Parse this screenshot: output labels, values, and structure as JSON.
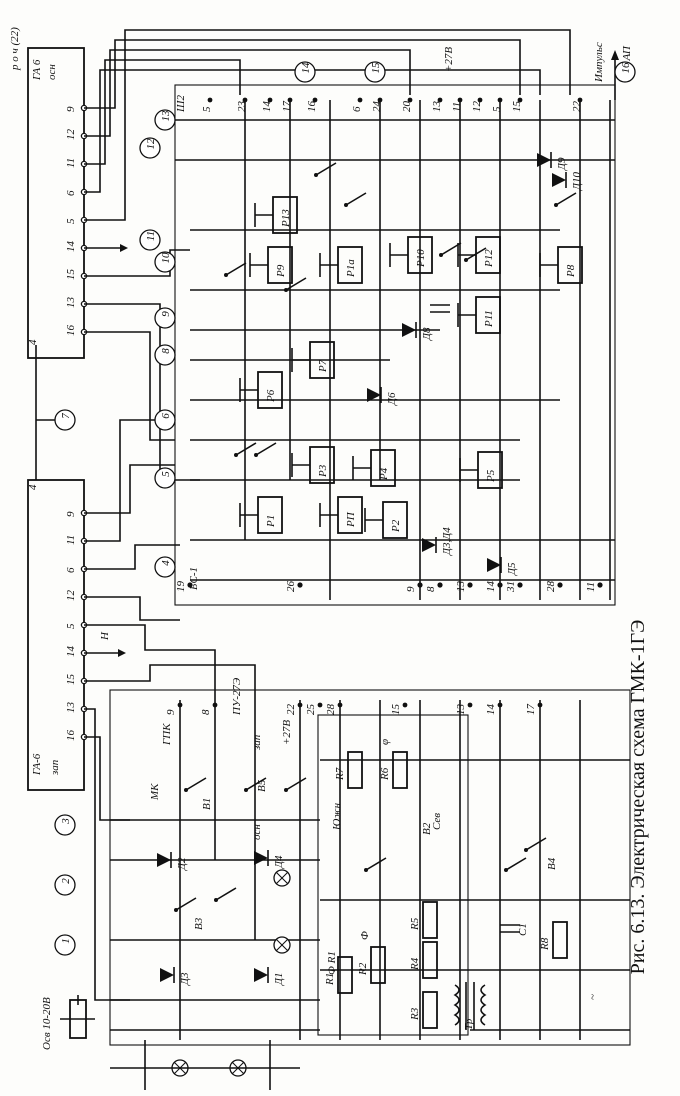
{
  "caption": "Рис. 6.13. Электрическая схема ГМК-1ГЭ",
  "top_unit": {
    "title": "ГА 6",
    "subtitle": "осн",
    "corner_label": "р о ч (22)",
    "pins": [
      "9",
      "12",
      "11",
      "6",
      "5",
      "14",
      "15",
      "13",
      "16"
    ],
    "ground_pin": "4"
  },
  "bottom_unit": {
    "title": "ГА-6",
    "subtitle": "зап",
    "pins": [
      "9",
      "11",
      "6",
      "12",
      "5",
      "14",
      "15",
      "13",
      "16"
    ],
    "ground_pin": "4",
    "arrow_label": "Н"
  },
  "circled_nodes": [
    {
      "num": "1",
      "id": "n1"
    },
    {
      "num": "2",
      "id": "n2"
    },
    {
      "num": "3",
      "id": "n3"
    },
    {
      "num": "4",
      "id": "n4"
    },
    {
      "num": "5",
      "id": "n5"
    },
    {
      "num": "6",
      "id": "n6"
    },
    {
      "num": "7",
      "id": "n7"
    },
    {
      "num": "8",
      "id": "n8"
    },
    {
      "num": "9",
      "id": "n9"
    },
    {
      "num": "10",
      "id": "n10"
    },
    {
      "num": "11",
      "id": "n11"
    },
    {
      "num": "12",
      "id": "n12"
    },
    {
      "num": "13",
      "id": "n13"
    },
    {
      "num": "14",
      "id": "n14"
    },
    {
      "num": "15",
      "id": "n15"
    },
    {
      "num": "16",
      "id": "n16"
    }
  ],
  "connectors": {
    "sh2": {
      "label": "Ш2",
      "pins": [
        "5",
        "23",
        "14",
        "17",
        "16",
        "6",
        "24",
        "20",
        "13",
        "11",
        "12",
        "5",
        "15",
        "22"
      ]
    },
    "bs1": {
      "label": "БС-1",
      "pins": [
        "19",
        "26",
        "9",
        "8",
        "13",
        "14",
        "31",
        "28",
        "11"
      ]
    },
    "lower": {
      "pins": [
        "9",
        "8",
        "22",
        "25",
        "28",
        "15",
        "13",
        "14",
        "17"
      ]
    }
  },
  "relays": [
    "Р1",
    "Р2",
    "Р3",
    "Р4",
    "Р5",
    "Р6",
    "Р7",
    "Р8",
    "Р9",
    "Р10",
    "Р11",
    "Р12",
    "Р13",
    "Р1а",
    "РП"
  ],
  "diodes": [
    "Д1",
    "Д2",
    "Д3",
    "Д4",
    "Д5",
    "Д6",
    "Д8",
    "Д9",
    "Д10",
    "Д3,Д4"
  ],
  "resistors": [
    "R1",
    "R2",
    "R3",
    "R4",
    "R5",
    "R6",
    "R7",
    "R8"
  ],
  "capacitors": [
    "C1"
  ],
  "switches": [
    "В1",
    "В2",
    "В3",
    "В4",
    "В5"
  ],
  "labels": {
    "supply_27v_top": "+27В",
    "supply_27v_bottom": "+27В",
    "impulse_label": "Импульс",
    "v_ap": "В АП",
    "osv": "Осв 10-20В",
    "gpk": "ГПК",
    "pu": "ПУ-27Э",
    "mk": "МК",
    "zap": "зап",
    "osn": "осн",
    "yuzhn": "Южн",
    "sev": "Сев",
    "tr": "Тр",
    "bs": "БС-1",
    "r1_tag": "Ф R1",
    "r2_tag": "Ф",
    "phi": "φ",
    "tilde": "~"
  }
}
